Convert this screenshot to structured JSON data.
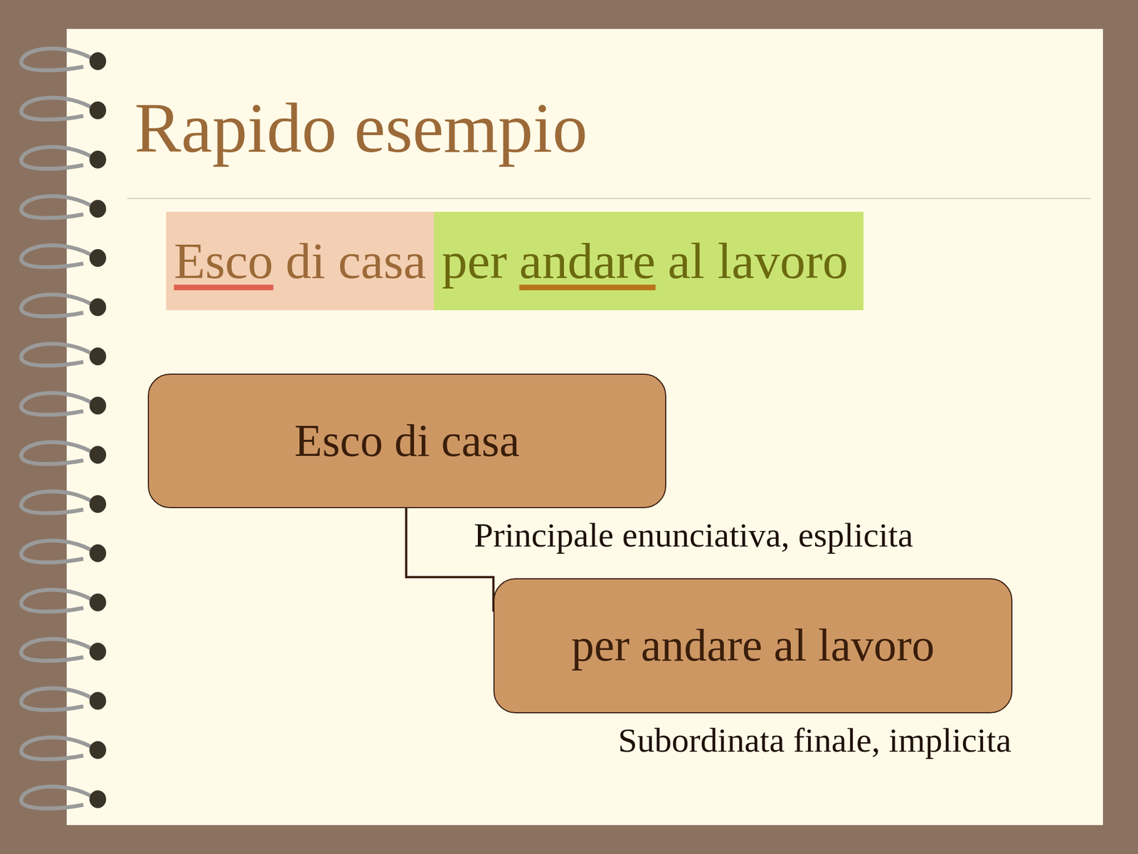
{
  "diagram": {
    "title": "Rapido esempio",
    "nodes": [
      {
        "text": [
          "Esco",
          "di casa"
        ]
      },
      {
        "text": [
          "per",
          "andare",
          "al lavoro"
        ]
      },
      {
        "text": [
          "Esco di casa",
          "Principale enunciativa, esplicita"
        ]
      },
      {
        "text": [
          "per andare al lavoro",
          "Subordinata finale, implicita"
        ]
      }
    ],
    "edges": [
      {
        "from": 2,
        "to": 3,
        "arrow": "none"
      }
    ]
  }
}
